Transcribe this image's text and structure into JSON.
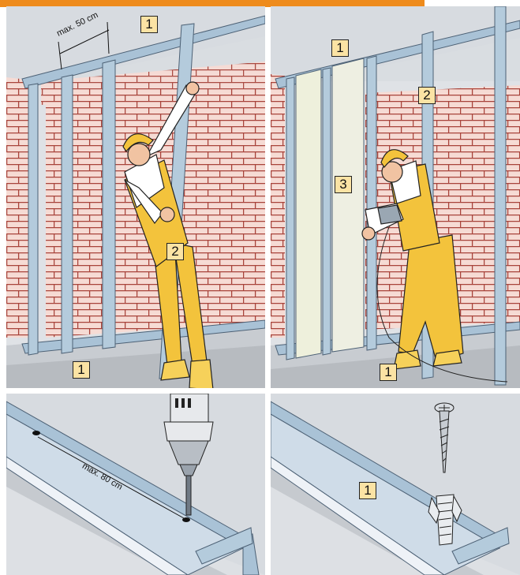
{
  "top_bar": {
    "color": "#ee8b1c"
  },
  "panel_top_left": {
    "dimension_label": "max. 50 cm",
    "callouts": [
      "1",
      "2",
      "1"
    ]
  },
  "panel_top_right": {
    "callouts": [
      "1",
      "2",
      "3",
      "1"
    ]
  },
  "panel_bottom_left": {
    "dimension_label": "max. 80 cm"
  },
  "panel_bottom_right": {
    "callouts": [
      "1"
    ]
  },
  "colors": {
    "brick": "#f4d6cf",
    "brick_mortar": "#a8433a",
    "steel_profile": "#a9c2d6",
    "worker_suit": "#f3c33c",
    "callout_fill": "#fbe3a4",
    "floor": "#c9ccd0"
  }
}
